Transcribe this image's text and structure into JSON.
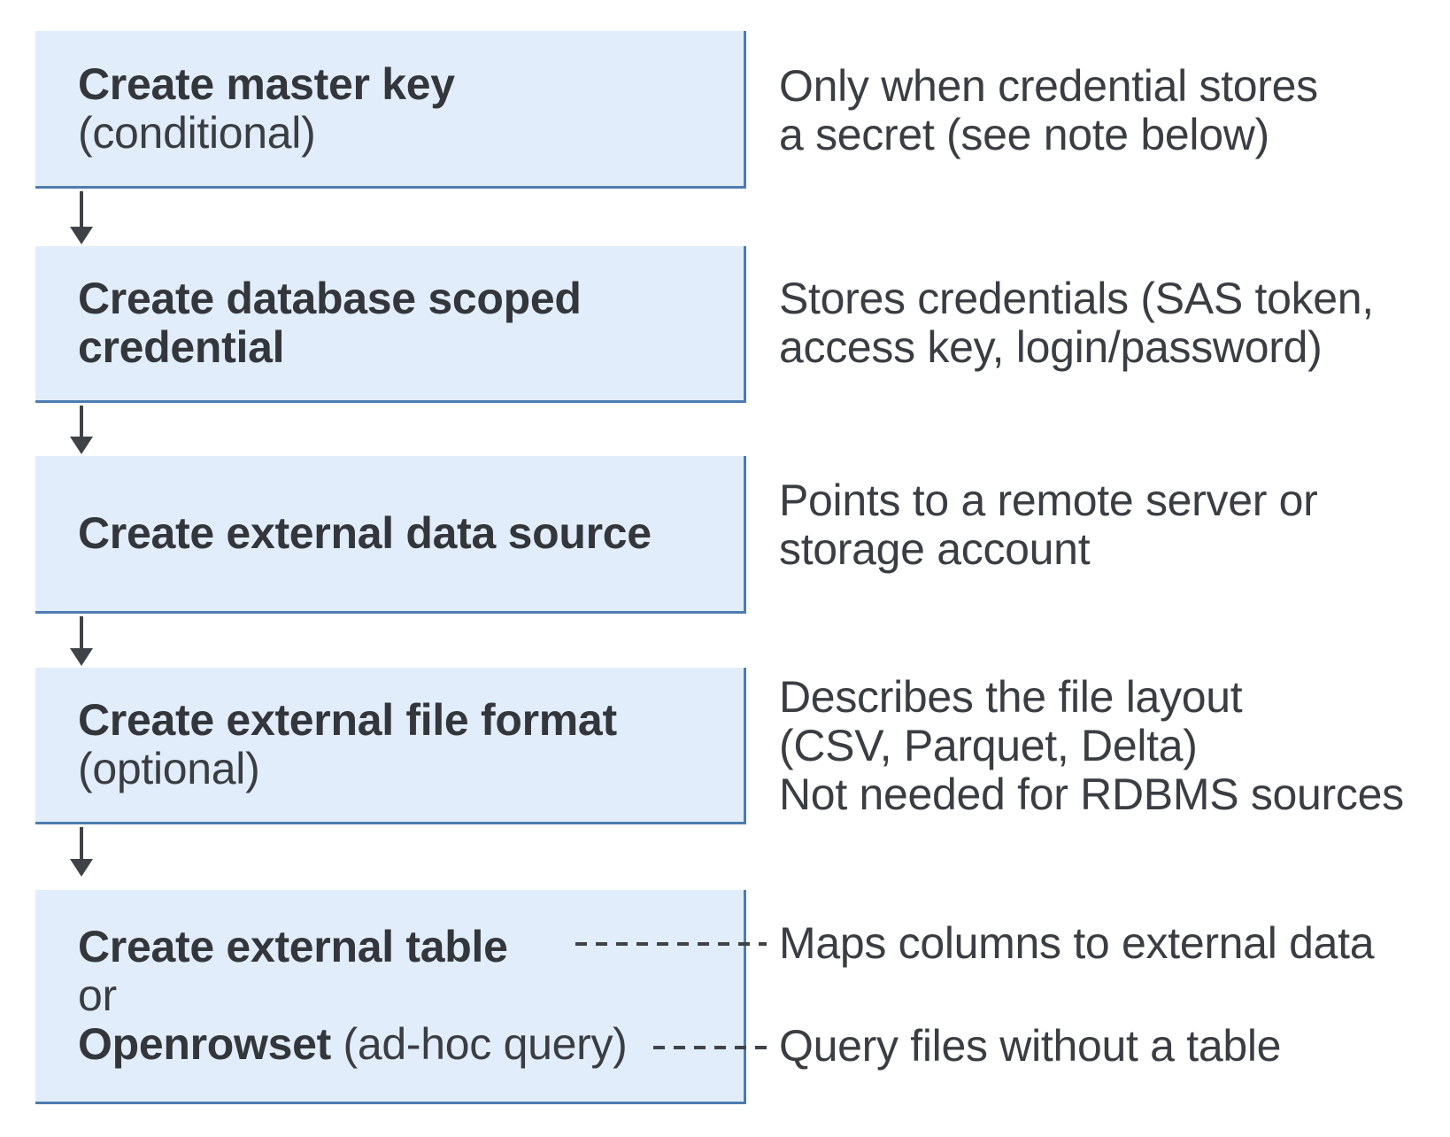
{
  "colors": {
    "background": "#ffffff",
    "box_fill": "#e2edfb",
    "box_border": "#4d7cb0",
    "text_dark": "#33363b",
    "text_regular": "#3a3d42",
    "arrow": "#3f4347"
  },
  "steps": [
    {
      "title": "Create master key",
      "subtitle": "(conditional)"
    },
    {
      "title": "Create database scoped credential"
    },
    {
      "title": "Create external data source"
    },
    {
      "title": "Create external file format",
      "subtitle": "(optional)"
    },
    {
      "title": "Create external table",
      "or_label": "or",
      "alt_title": "Openrowset",
      "alt_suffix": "(ad-hoc query)"
    }
  ],
  "notes": [
    {
      "lines": [
        "Only when credential stores",
        "a secret (see note below)"
      ]
    },
    {
      "lines": [
        "Stores credentials (SAS token,",
        "access key, login/password)"
      ]
    },
    {
      "lines": [
        "Points to a remote server or",
        "storage account"
      ]
    },
    {
      "lines": [
        "Describes the file layout",
        "(CSV, Parquet, Delta)",
        "Not needed for RDBMS sources"
      ]
    },
    {
      "lines": [
        "Maps columns to external data"
      ]
    },
    {
      "lines": [
        "Query files without a table"
      ]
    }
  ]
}
